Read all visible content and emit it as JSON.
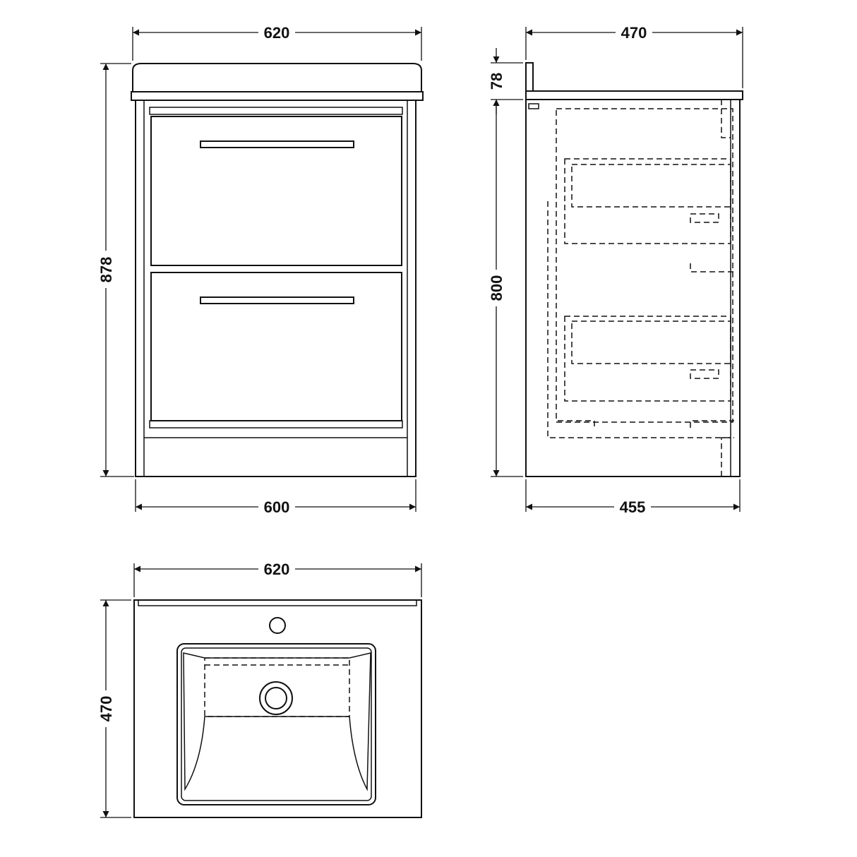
{
  "front_view": {
    "top_width": "620",
    "height": "878",
    "base_width": "600"
  },
  "side_view": {
    "top_depth": "470",
    "basin_lip_height": "78",
    "body_height": "800",
    "base_depth": "455"
  },
  "plan_view": {
    "width": "620",
    "depth": "470"
  }
}
